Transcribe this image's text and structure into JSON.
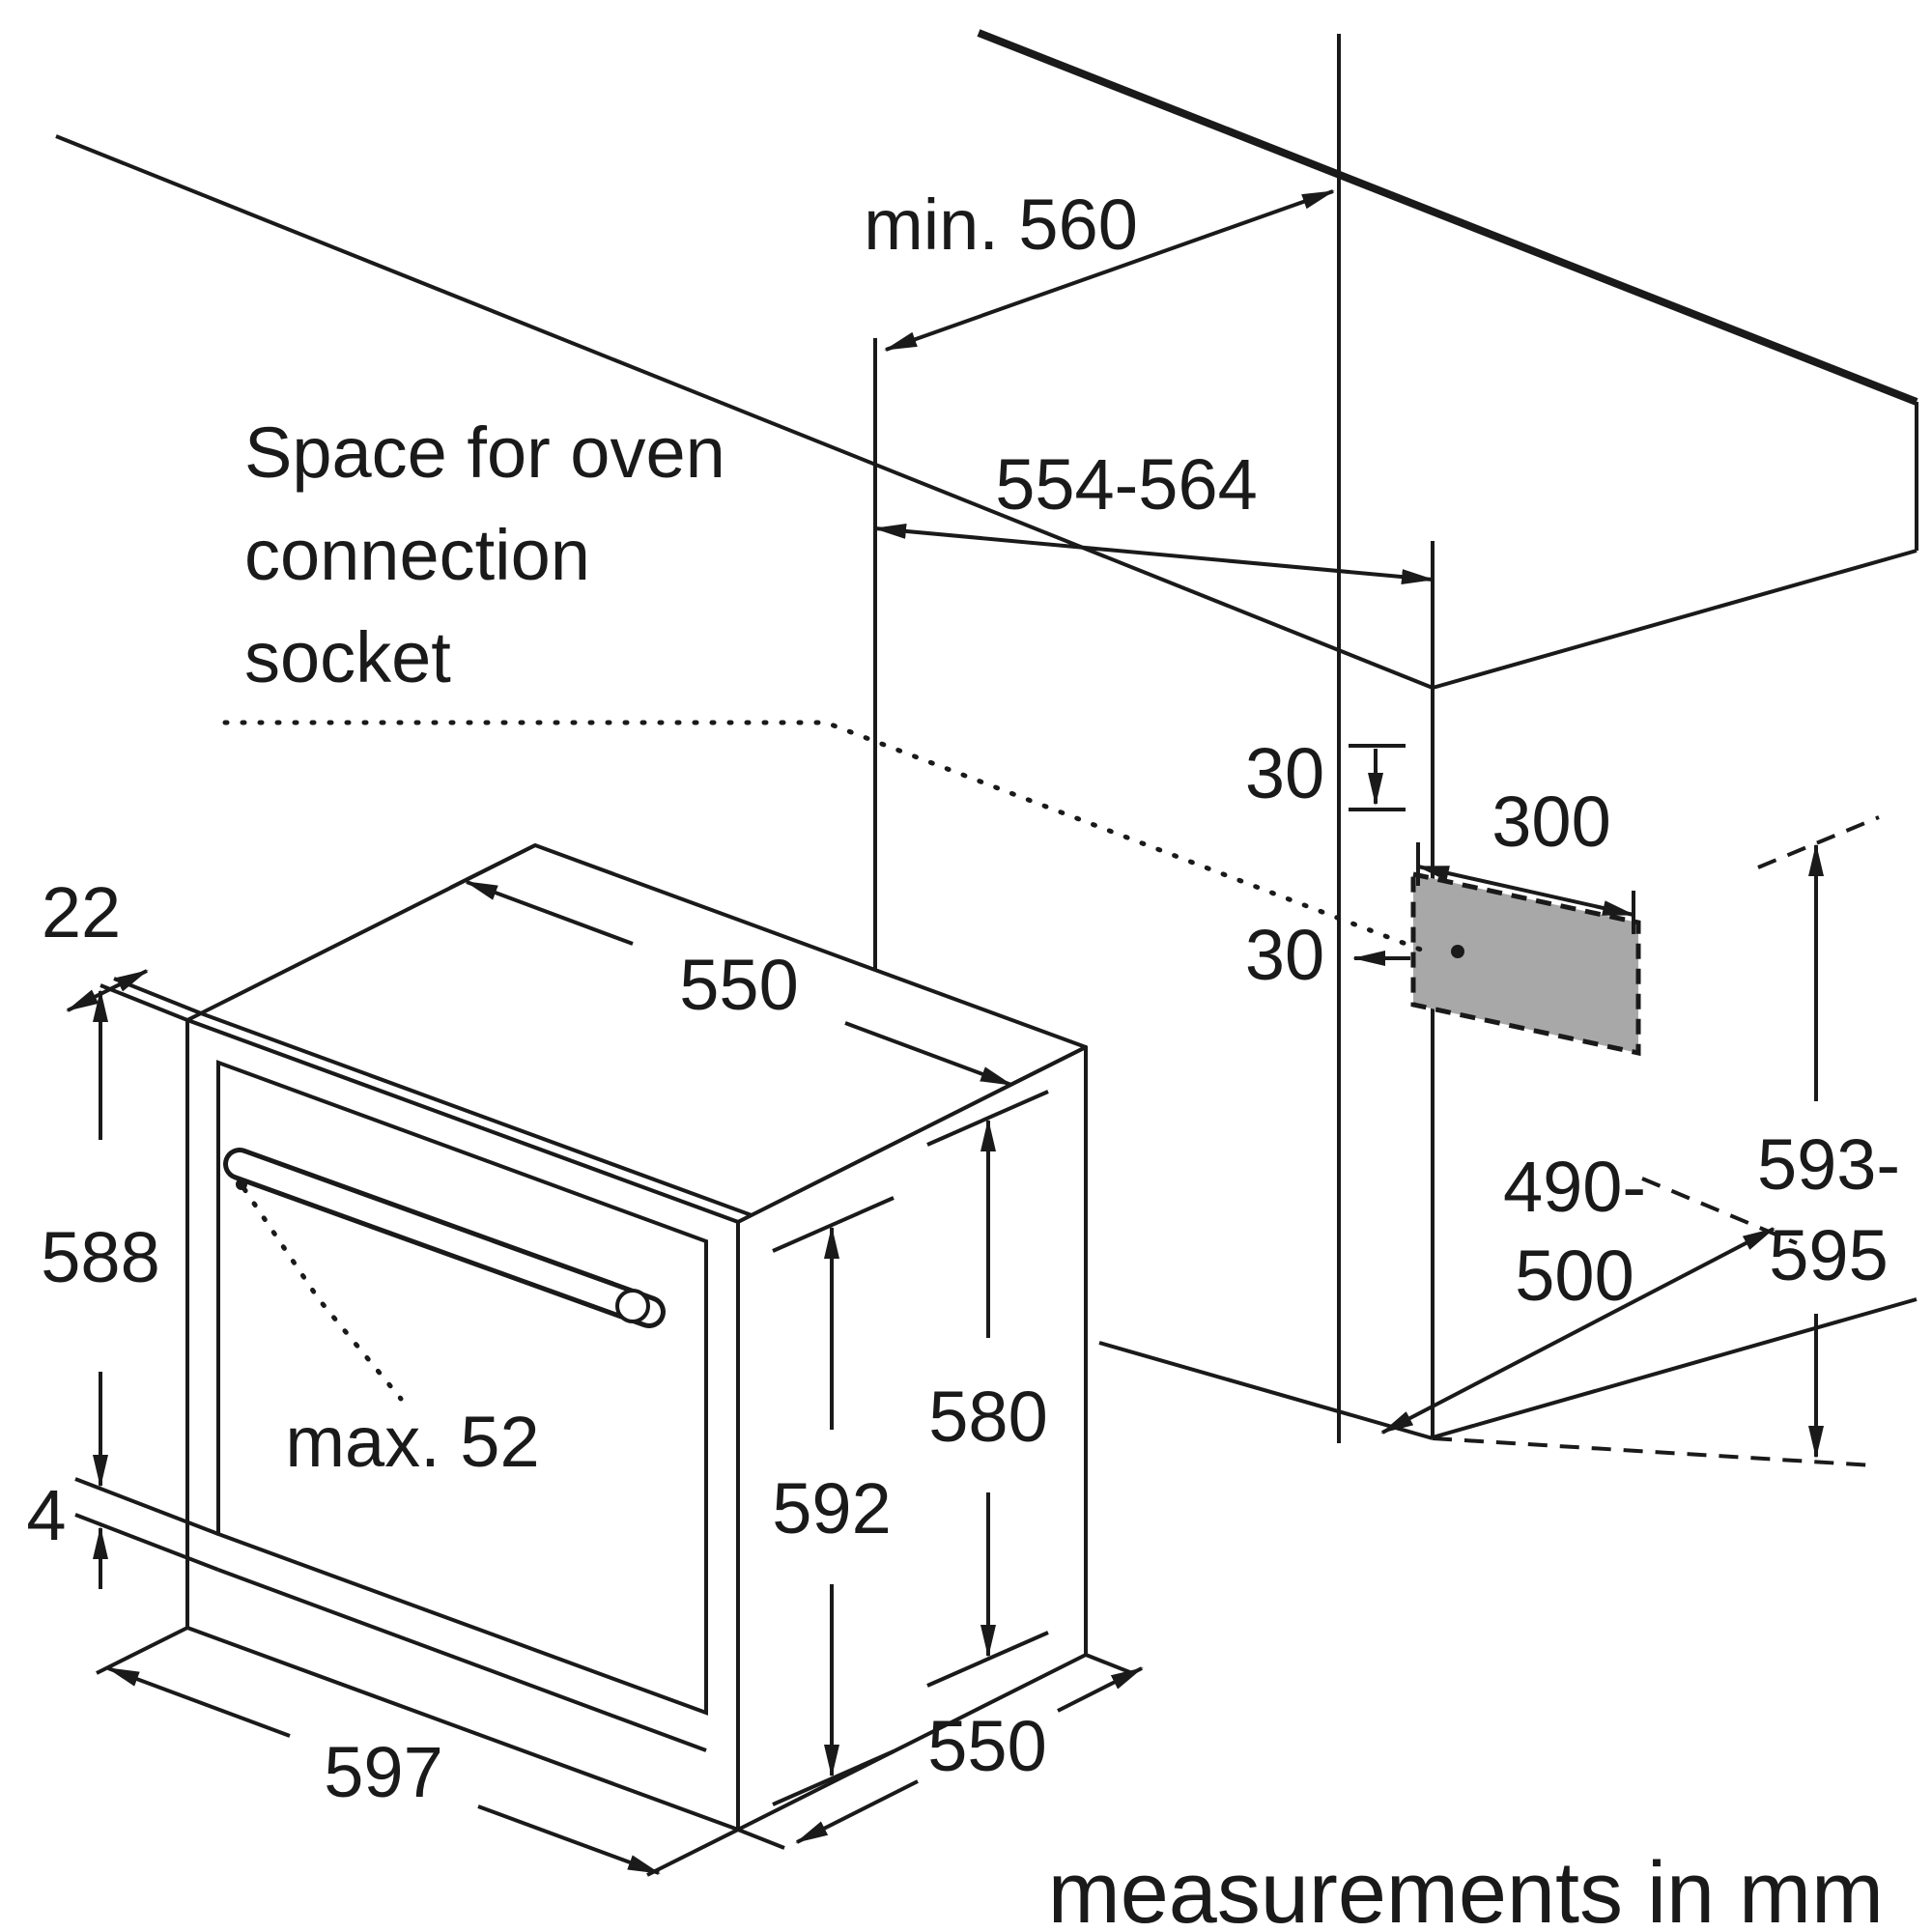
{
  "diagram": {
    "note": {
      "line1": "Space for oven",
      "line2": "connection",
      "line3": "socket"
    },
    "footer": "measurements in mm",
    "dimensions": {
      "niche_depth_min": "min. 560",
      "niche_width": "554-564",
      "socket_offset_top": "30",
      "socket_offset_side": "30",
      "socket_width": "300",
      "niche_floor_depth_line1": "490-",
      "niche_floor_depth_line2": "500",
      "niche_height_line1": "593-",
      "niche_height_line2": "595",
      "frame_overhang": "22",
      "oven_body_width": "550",
      "door_height": "588",
      "bottom_gap": "4",
      "oven_front_width": "597",
      "handle_depth": "max. 52",
      "oven_front_height": "592",
      "oven_body_height": "580",
      "oven_body_depth": "550"
    },
    "colors": {
      "line": "#1a1a1a",
      "socket_fill": "#a8a8a8",
      "background": "#ffffff"
    }
  }
}
